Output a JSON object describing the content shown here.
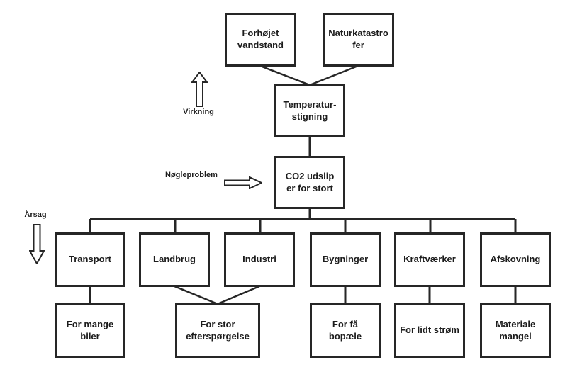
{
  "colors": {
    "line": "#262626",
    "box_border": "#262626",
    "text": "#1c1c1c",
    "background": "#ffffff"
  },
  "side_labels": {
    "effect": "Virkning",
    "key_problem": "Nøgleproblem",
    "cause": "Årsag"
  },
  "icons": {
    "effect_arrow": "up-block-arrow",
    "key_problem_arrow": "right-block-arrow",
    "cause_arrow": "down-block-arrow"
  },
  "nodes": {
    "forhoejet_vandstand": "Forhøjet\nvandstand",
    "naturkatastrofer": "Naturkatastro\nfer",
    "temperaturstigning": "Temperatur-\nstigning",
    "co2": "CO2 udslip\ner for stort",
    "transport": "Transport",
    "landbrug": "Landbrug",
    "industri": "Industri",
    "bygninger": "Bygninger",
    "kraftvaerker": "Kraftværker",
    "afskovning": "Afskovning",
    "for_mange_biler": "For mange\nbiler",
    "for_stor_efterspoergelse": "For stor\nefterspørgelse",
    "for_faa_bopaele": "For få\nbopæle",
    "for_lidt_stroem": "For lidt strøm",
    "materiale_mangel": "Materiale\nmangel"
  }
}
